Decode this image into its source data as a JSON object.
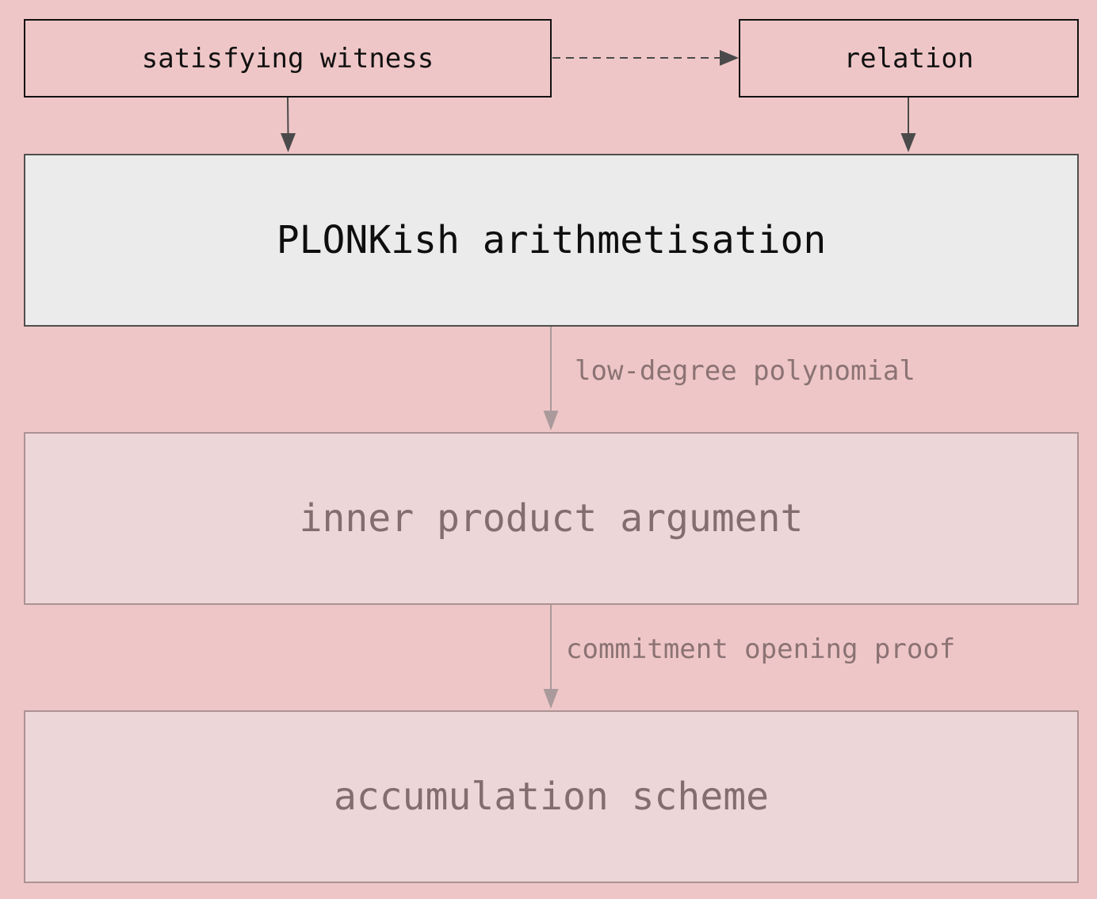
{
  "nodes": {
    "witness": "satisfying witness",
    "relation": "relation",
    "plonk": "PLONKish arithmetisation",
    "ipa": "inner product argument",
    "accumulation": "accumulation scheme"
  },
  "edges": {
    "low_degree": "low-degree polynomial",
    "commitment": "commitment opening proof"
  },
  "colors": {
    "background": "#efc6c7",
    "plonk_fill": "#ebebeb",
    "faded_fill": "#ecd6d7",
    "faded_text": "#846d6e",
    "active_arrow": "#4a4a4a",
    "faded_arrow": "#aa9a9b"
  }
}
